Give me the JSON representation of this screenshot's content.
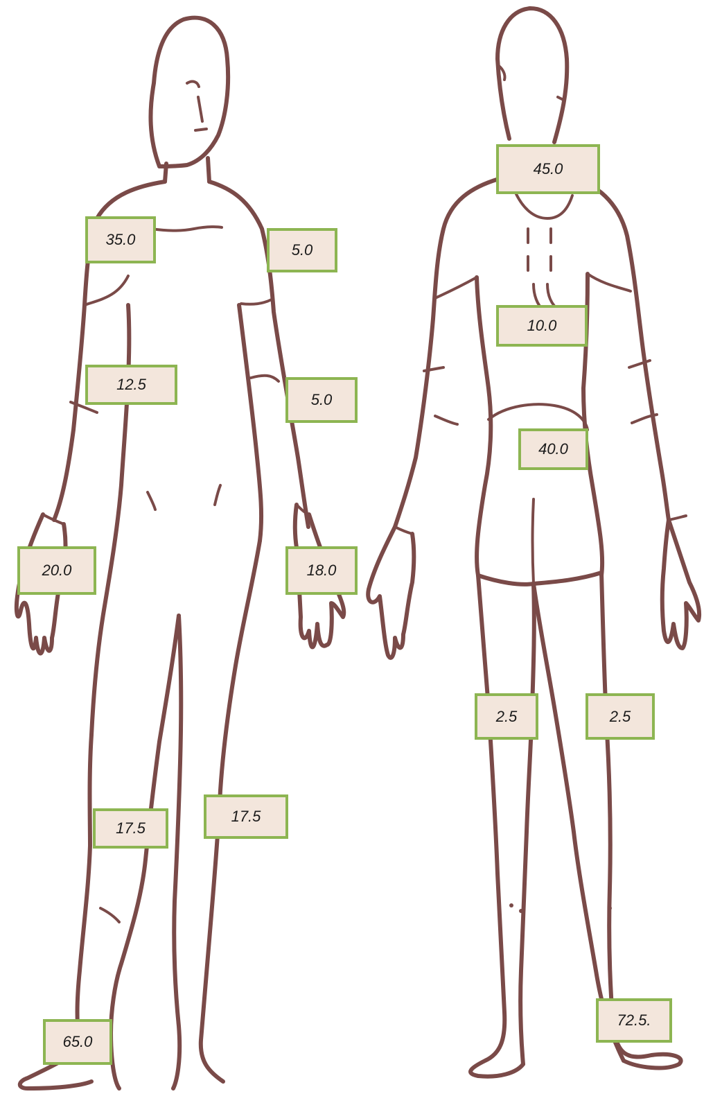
{
  "colors": {
    "outline": "#7a4a48",
    "label_fill": "#f3e6dc",
    "label_border": "#8db552"
  },
  "front": {
    "labels": [
      {
        "id": "front-shoulder-right",
        "value": "35.0"
      },
      {
        "id": "front-shoulder-left",
        "value": "5.0"
      },
      {
        "id": "front-upper-arm-right",
        "value": "12.5"
      },
      {
        "id": "front-upper-arm-left",
        "value": "5.0"
      },
      {
        "id": "front-hand-right",
        "value": "20.0"
      },
      {
        "id": "front-hand-left",
        "value": "18.0"
      },
      {
        "id": "front-thigh-right",
        "value": "17.5"
      },
      {
        "id": "front-thigh-left",
        "value": "17.5"
      },
      {
        "id": "front-foot",
        "value": "65.0"
      }
    ]
  },
  "back": {
    "labels": [
      {
        "id": "back-neck",
        "value": "45.0"
      },
      {
        "id": "back-mid-back",
        "value": "10.0"
      },
      {
        "id": "back-lower-back",
        "value": "40.0"
      },
      {
        "id": "back-thigh-left",
        "value": "2.5"
      },
      {
        "id": "back-thigh-right",
        "value": "2.5"
      },
      {
        "id": "back-foot",
        "value": "72.5."
      }
    ]
  }
}
